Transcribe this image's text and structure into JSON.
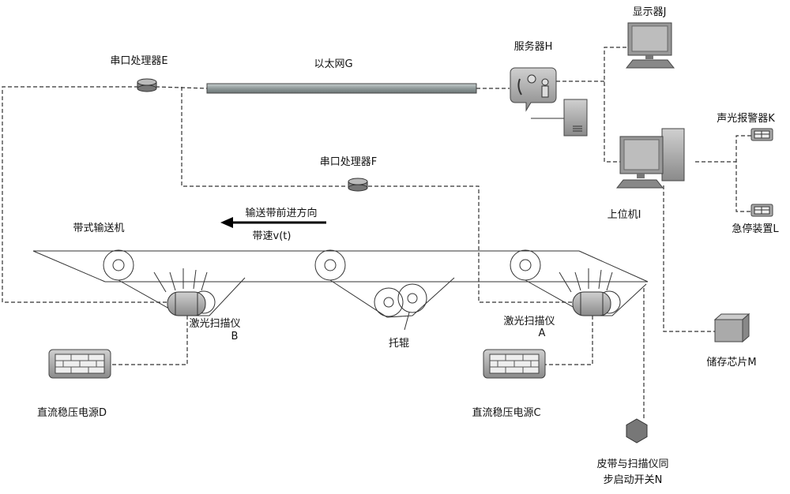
{
  "labels": {
    "serial_e": "串口处理器E",
    "ethernet_g": "以太网G",
    "server_h": "服务器H",
    "display_j": "显示器J",
    "alarm_k": "声光报警器K",
    "host_i": "上位机I",
    "estop_l": "急停装置L",
    "serial_f": "串口处理器F",
    "direction": "输送带前进方向",
    "speed": "带速v(t)",
    "conveyor": "带式输送机",
    "scanner_b_name": "激光扫描仪",
    "scanner_b_id": "B",
    "idler": "托辊",
    "scanner_a_name": "激光扫描仪",
    "scanner_a_id": "A",
    "power_d": "直流稳压电源D",
    "power_c": "直流稳压电源C",
    "storage_m": "储存芯片M",
    "switch_n_line1": "皮带与扫描仪同",
    "switch_n_line2": "步启动开关N"
  },
  "colors": {
    "line": "#333333",
    "device_fill": "#a8a8a8",
    "bar_fill": "#9aa3a3"
  }
}
